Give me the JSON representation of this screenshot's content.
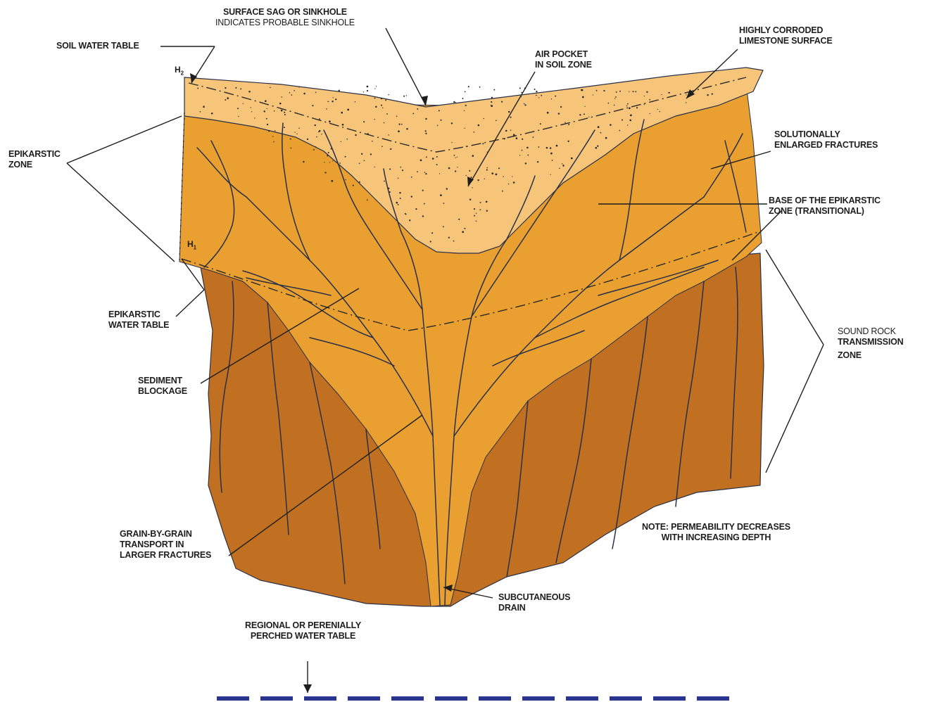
{
  "labels": {
    "surface_sag": [
      "SURFACE SAG OR SINKHOLE",
      "INDICATES PROBABLE SINKHOLE"
    ],
    "soil_water_table": "SOIL WATER TABLE",
    "highly_corroded": [
      "HIGHLY CORRODED",
      "LIMESTONE SURFACE"
    ],
    "air_pocket": [
      "AIR POCKET",
      "IN SOIL ZONE"
    ],
    "epikarstic_zone": [
      "EPIKARSTIC",
      "ZONE"
    ],
    "solutionally_enlarged": [
      "SOLUTIONALLY",
      "ENLARGED FRACTURES"
    ],
    "base_of_epikarstic": [
      "BASE OF THE EPIKARSTIC",
      "ZONE (TRANSITIONAL)"
    ],
    "epikarstic_water_table": [
      "EPIKARSTIC",
      "WATER TABLE"
    ],
    "sound_rock": "SOUND ROCK",
    "transmission_zone": [
      "TRANSMISSION",
      "ZONE"
    ],
    "sediment_blockage": [
      "SEDIMENT",
      "BLOCKAGE"
    ],
    "grain_by_grain": [
      "GRAIN-BY-GRAIN",
      "TRANSPORT IN",
      "LARGER FRACTURES"
    ],
    "note": [
      "NOTE: PERMEABILITY DECREASES",
      "WITH INCREASING DEPTH"
    ],
    "subcutaneous_drain": [
      "SUBCUTANEOUS",
      "DRAIN"
    ],
    "regional_water_table": [
      "REGIONAL OR PERENIALLY",
      "PERCHED WATER TABLE"
    ],
    "h2": "H",
    "h2_sub": "2",
    "h1": "H",
    "h1_sub": "1"
  },
  "colors": {
    "soil": "#f6c57a",
    "epikarst": "#e9a030",
    "sound_rock": "#c07020",
    "fracture": "#2a3048",
    "water_table_dash": "#2a3590",
    "ink": "#1e1e1e"
  }
}
